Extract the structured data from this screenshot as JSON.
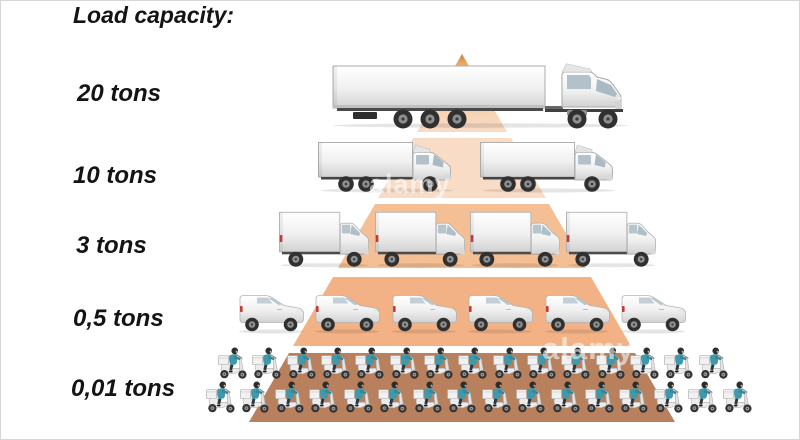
{
  "title": "Load capacity:",
  "watermark": {
    "text": "alamy"
  },
  "colors": {
    "pyramid_apex": "#c9812f",
    "band1": "#f8dcc6",
    "band2": "#f8dcc6",
    "band3": "#f4bf94",
    "band4": "#f2b285",
    "band5": "#b9805d",
    "rider_jacket": "#3f99aa",
    "label_text": "#141414"
  },
  "diagram": {
    "rows": [
      {
        "label": "20 tons",
        "vehicle": "semi-truck",
        "count": 1
      },
      {
        "label": "10 tons",
        "vehicle": "box-truck",
        "count": 2
      },
      {
        "label": "3 tons",
        "vehicle": "box-van",
        "count": 4
      },
      {
        "label": "0,5 tons",
        "vehicle": "panel-van",
        "count": 6
      },
      {
        "label": "0,01 tons",
        "vehicle": "scooter",
        "count": 31,
        "sub_rows": [
          15,
          16
        ]
      }
    ]
  }
}
